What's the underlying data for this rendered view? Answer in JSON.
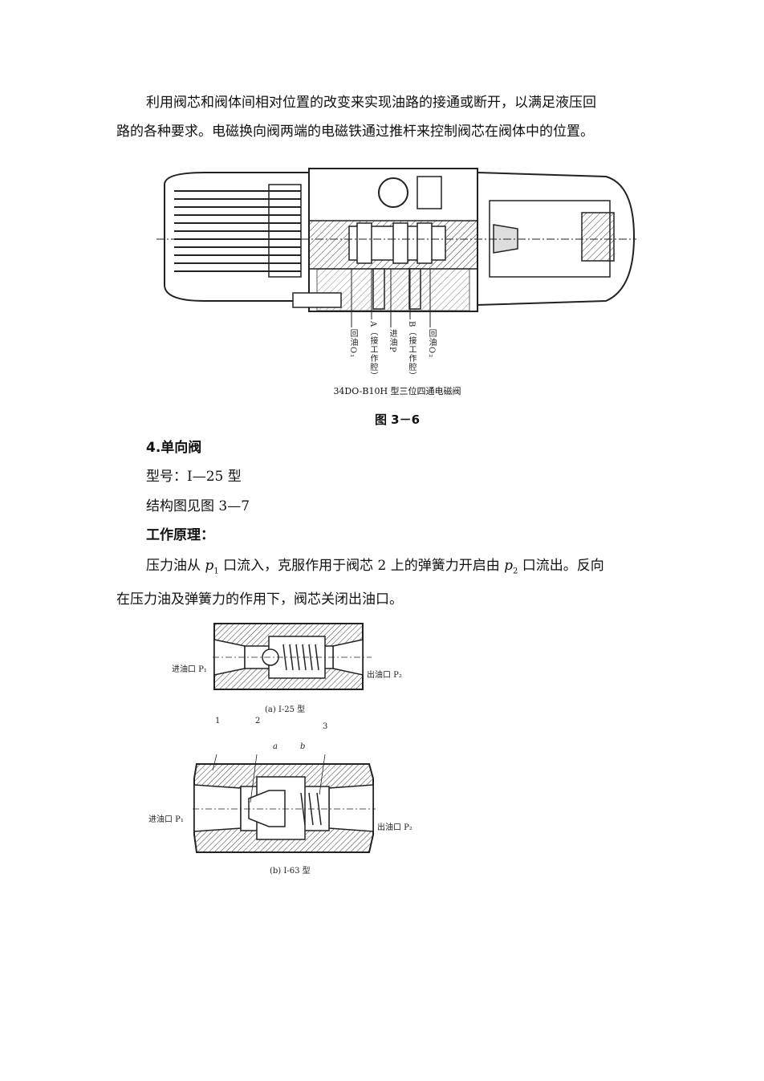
{
  "intro": {
    "line1": "利用阀芯和阀体间相对位置的改变来实现油路的接通或断开，以满足液压回",
    "line2": "路的各种要求。电磁换向阀两端的电磁铁通过推杆来控制阀芯在阀体中的位置。"
  },
  "figure36": {
    "drawing_caption": "34DO-B10H 型三位四通电磁阀",
    "labels": {
      "o1": "回油O₁",
      "a": "A（接工作腔）",
      "p": "进油P",
      "b": "B（接工作腔）",
      "o2": "回油O₂"
    },
    "caption": "图 3－6"
  },
  "section": {
    "heading": "4.单向阀",
    "model": "型号：I—25 型",
    "structure": "结构图见图 3—7",
    "principle_heading": "工作原理："
  },
  "principle": {
    "line1_a": "压力油从 ",
    "line1_p1": "p",
    "line1_p1_sub": "1",
    "line1_b": " 口流入，克服作用于阀芯 2 上的弹簧力开启由 ",
    "line1_p2": "p",
    "line1_p2_sub": "2",
    "line1_c": " 口流出。反向",
    "line2": "在压力油及弹簧力的作用下，阀芯关闭出油口。"
  },
  "figure37": {
    "a": {
      "inlet": "进油口 P₁",
      "outlet": "出油口 P₂",
      "caption": "(a) I-25 型"
    },
    "b": {
      "num1": "1",
      "num2": "2",
      "num3": "3",
      "label_a": "a",
      "label_b": "b",
      "inlet": "进油口 P₁",
      "outlet": "出油口 P₂",
      "caption": "(b) I-63 型"
    }
  }
}
